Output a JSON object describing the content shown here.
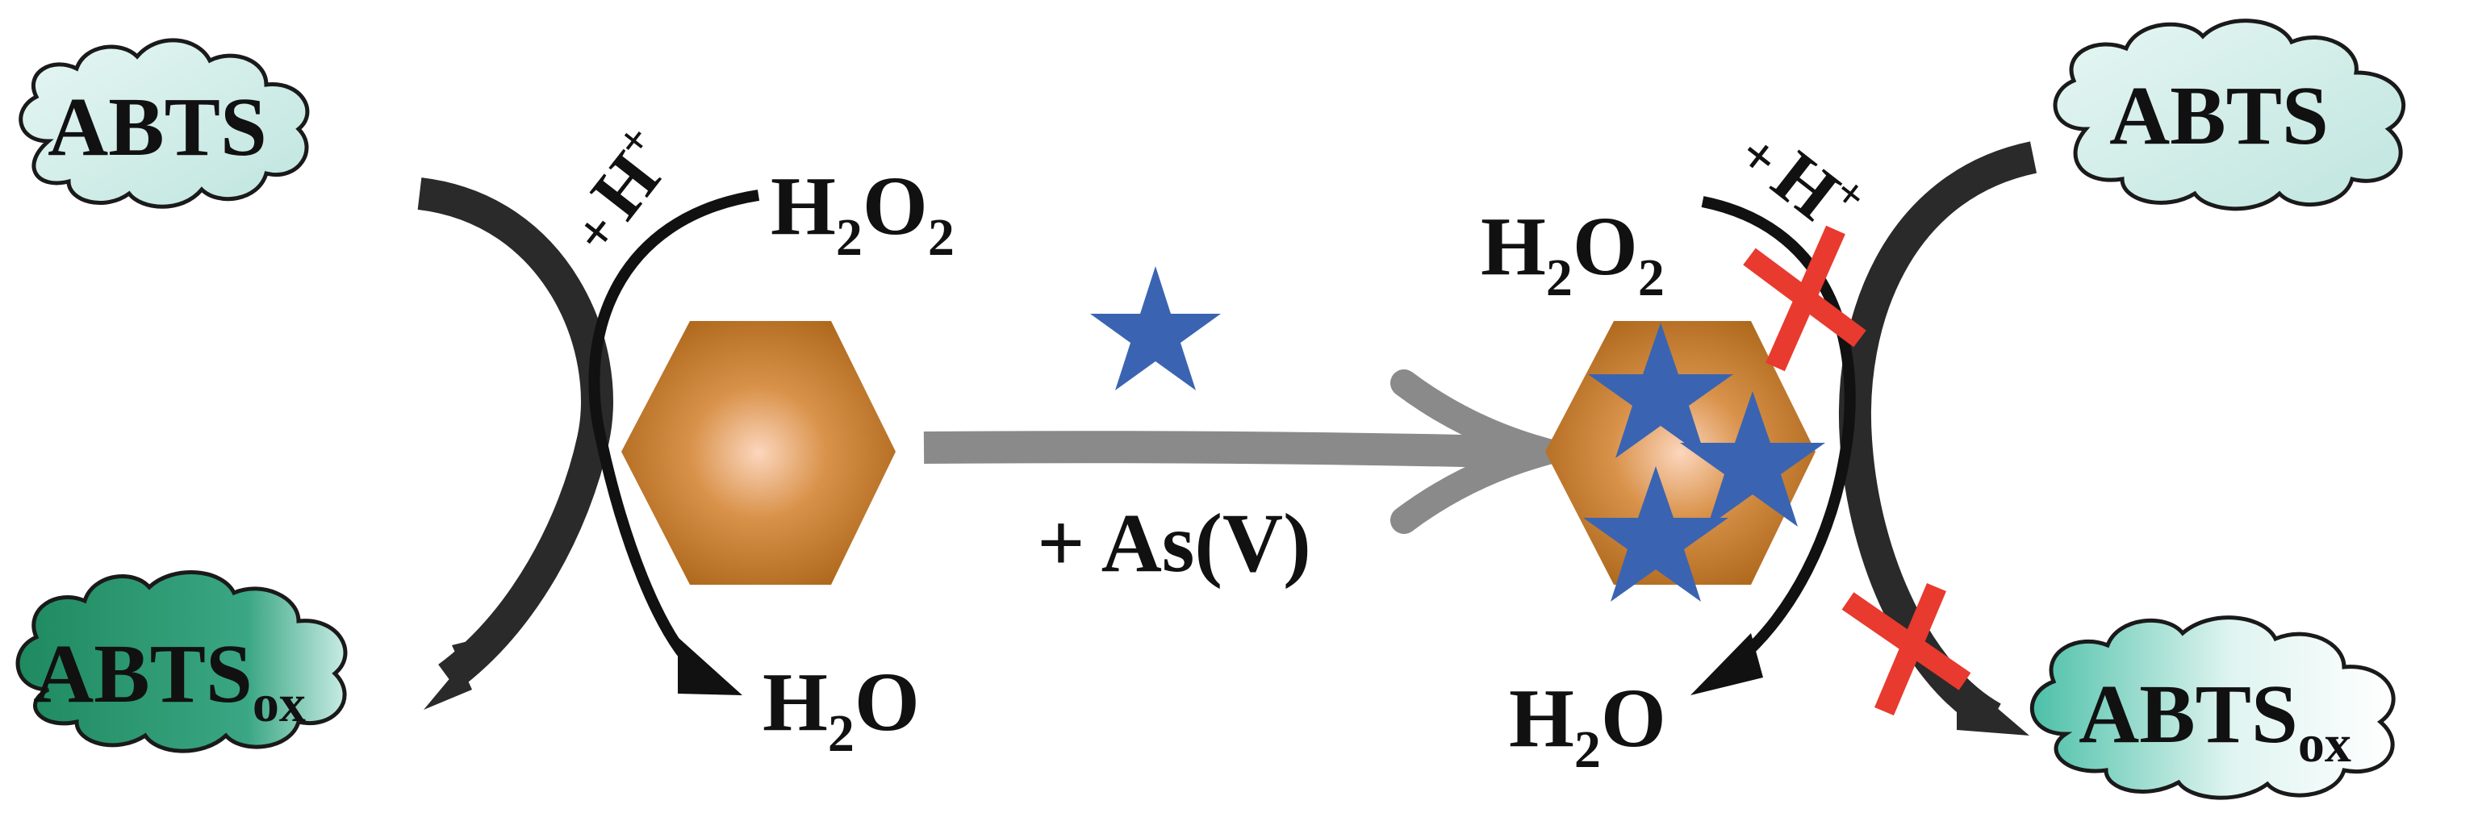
{
  "left_panel": {
    "abts_label": "ABTS",
    "abts_ox_label": "ABTS",
    "abts_ox_sub": "ox",
    "h2o2_h": "H",
    "h2o2_sub1": "2",
    "h2o2_o": "O",
    "h2o2_sub2": "2",
    "h2o_h": "H",
    "h2o_sub": "2",
    "h2o_o": "O",
    "proton_plus": "+",
    "proton_h": "H",
    "proton_charge": "+"
  },
  "middle": {
    "reaction_label": "+ As(V)"
  },
  "right_panel": {
    "abts_label": "ABTS",
    "abts_ox_label": "ABTS",
    "abts_ox_sub": "ox",
    "h2o2_h": "H",
    "h2o2_sub1": "2",
    "h2o2_o": "O",
    "h2o2_sub2": "2",
    "h2o_h": "H",
    "h2o_sub": "2",
    "h2o_o": "O",
    "proton_plus": "+",
    "proton_h": "H",
    "proton_charge": "+"
  },
  "colors": {
    "abts_cloud": "#c9ebe6",
    "abts_ox_cloud": "#2f9a72",
    "nanozyme_edge": "#b06a1e",
    "nanozyme_center": "#fbd0b0",
    "arsenate_star": "#3a64b2",
    "inhibition_cross": "#e83a2e",
    "main_arrow": "#8a8a8a",
    "curve_arrow": "#1a1a1a"
  },
  "icons": {
    "catalyst": "hexagon-icon",
    "arsenate": "star-icon",
    "blocked": "cross-icon"
  }
}
